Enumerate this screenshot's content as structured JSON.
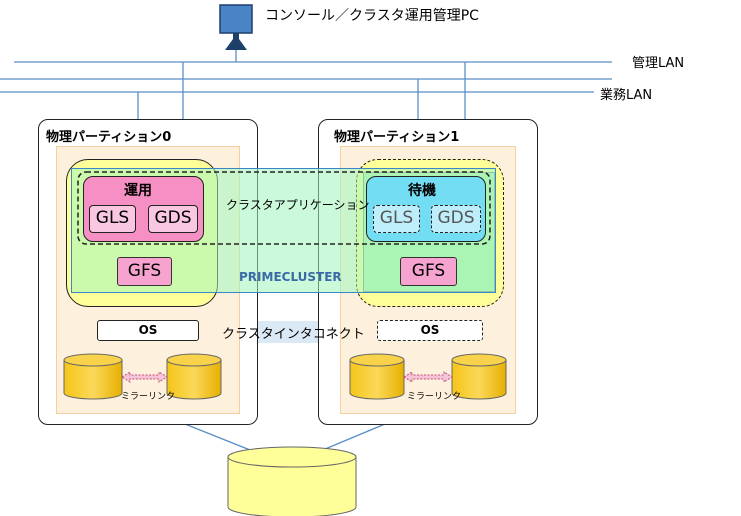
{
  "console": {
    "label": "コンソール／クラスタ運用管理PC",
    "icon": "monitor-icon"
  },
  "networks": {
    "management": "管理LAN",
    "business": "業務LAN"
  },
  "partitions": [
    {
      "title": "物理パーティション0",
      "state_label": "運用",
      "gls": "GLS",
      "gds": "GDS",
      "gfs": "GFS",
      "os": "OS",
      "mirror_label": "ミラーリンク"
    },
    {
      "title": "物理パーティション1",
      "state_label": "待機",
      "gls": "GLS",
      "gds": "GDS",
      "gfs": "GFS",
      "os": "OS",
      "mirror_label": "ミラーリンク"
    }
  ],
  "cluster_app_label": "クラスタアプリケーション",
  "primecluster_label": "PRIMECLUSTER",
  "interconnect_label": "クラスタインタコネクト",
  "colors": {
    "lan_line": "#5b8fc7",
    "yellow": "#ffff99",
    "pink": "#f58fc4",
    "cyan": "#73ddf3",
    "green": "#b6f3a9",
    "disk": "#f5c518",
    "shared_disk": "#ffff99",
    "primecluster_text": "#3a6aa8"
  }
}
